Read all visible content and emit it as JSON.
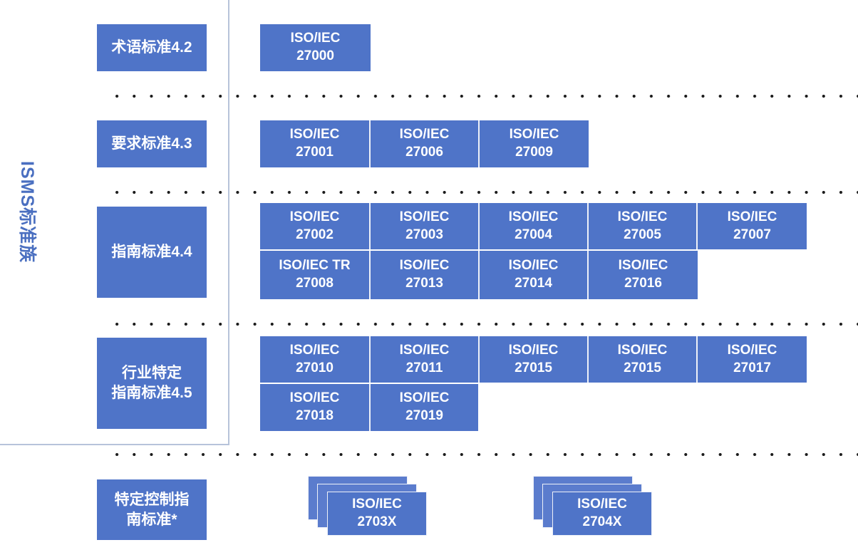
{
  "diagram": {
    "title_vertical": "ISMS标准族",
    "accent_color": "#4f74c8",
    "stack_back_color": "#5b7ccd",
    "frame_color": "#b7c3da",
    "dot_color": "#1b1b1b",
    "rows": [
      {
        "label": "术语标准4.2",
        "boxes_row1": [
          {
            "l1": "ISO/IEC",
            "l2": "27000"
          }
        ],
        "boxes_row2": []
      },
      {
        "label": "要求标准4.3",
        "boxes_row1": [
          {
            "l1": "ISO/IEC",
            "l2": "27001"
          },
          {
            "l1": "ISO/IEC",
            "l2": "27006"
          },
          {
            "l1": "ISO/IEC",
            "l2": "27009"
          }
        ],
        "boxes_row2": []
      },
      {
        "label": "指南标准4.4",
        "boxes_row1": [
          {
            "l1": "ISO/IEC",
            "l2": "27002"
          },
          {
            "l1": "ISO/IEC",
            "l2": "27003"
          },
          {
            "l1": "ISO/IEC",
            "l2": "27004"
          },
          {
            "l1": "ISO/IEC",
            "l2": "27005"
          },
          {
            "l1": "ISO/IEC",
            "l2": "27007"
          }
        ],
        "boxes_row2": [
          {
            "l1": "ISO/IEC TR",
            "l2": "27008"
          },
          {
            "l1": "ISO/IEC",
            "l2": "27013"
          },
          {
            "l1": "ISO/IEC",
            "l2": "27014"
          },
          {
            "l1": "ISO/IEC",
            "l2": "27016"
          }
        ]
      },
      {
        "label": "行业特定\n指南标准4.5",
        "label_line1": "行业特定",
        "label_line2": "指南标准4.5",
        "boxes_row1": [
          {
            "l1": "ISO/IEC",
            "l2": "27010"
          },
          {
            "l1": "ISO/IEC",
            "l2": "27011"
          },
          {
            "l1": "ISO/IEC",
            "l2": "27015"
          },
          {
            "l1": "ISO/IEC",
            "l2": "27015"
          },
          {
            "l1": "ISO/IEC",
            "l2": "27017"
          }
        ],
        "boxes_row2": [
          {
            "l1": "ISO/IEC",
            "l2": "27018"
          },
          {
            "l1": "ISO/IEC",
            "l2": "27019"
          }
        ]
      },
      {
        "label_line1": "特定控制指",
        "label_line2": "南标准*",
        "stacks": [
          {
            "l1": "ISO/IEC",
            "l2": "2703X"
          },
          {
            "l1": "ISO/IEC",
            "l2": "2704X"
          }
        ]
      }
    ]
  }
}
